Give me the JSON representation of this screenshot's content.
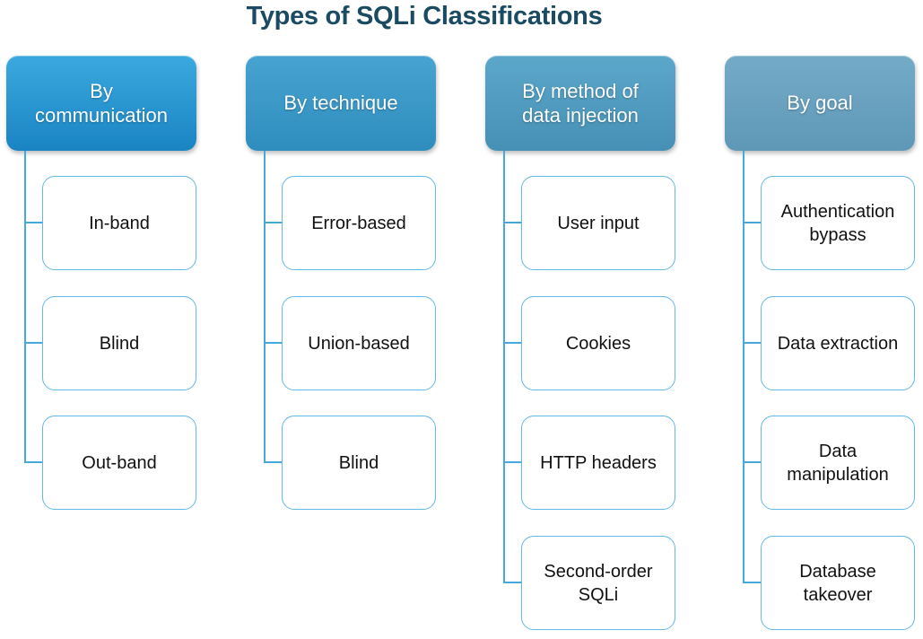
{
  "title": "Types of SQLi Classifications",
  "colors": {
    "title": "#1b4a63",
    "background": "#ffffff",
    "connector": "#47a9db",
    "child_border": "#61b9e7",
    "child_text": "#111111",
    "header_text": "#ffffff",
    "column_gradients": [
      {
        "top": "#3ba9df",
        "bottom": "#1a84c3"
      },
      {
        "top": "#47a3d0",
        "bottom": "#2f8dbe"
      },
      {
        "top": "#5ba7ca",
        "bottom": "#4690b5"
      },
      {
        "top": "#73abc7",
        "bottom": "#5f97b7"
      }
    ]
  },
  "columns": [
    {
      "title": "By communication",
      "items": [
        "In-band",
        "Blind",
        "Out-band"
      ]
    },
    {
      "title": "By technique",
      "items": [
        "Error-based",
        "Union-based",
        "Blind"
      ]
    },
    {
      "title": "By method of data injection",
      "items": [
        "User input",
        "Cookies",
        "HTTP headers",
        "Second-order SQLi"
      ]
    },
    {
      "title": "By goal",
      "items": [
        "Authentication bypass",
        "Data extraction",
        "Data manipulation",
        "Database takeover"
      ]
    }
  ]
}
